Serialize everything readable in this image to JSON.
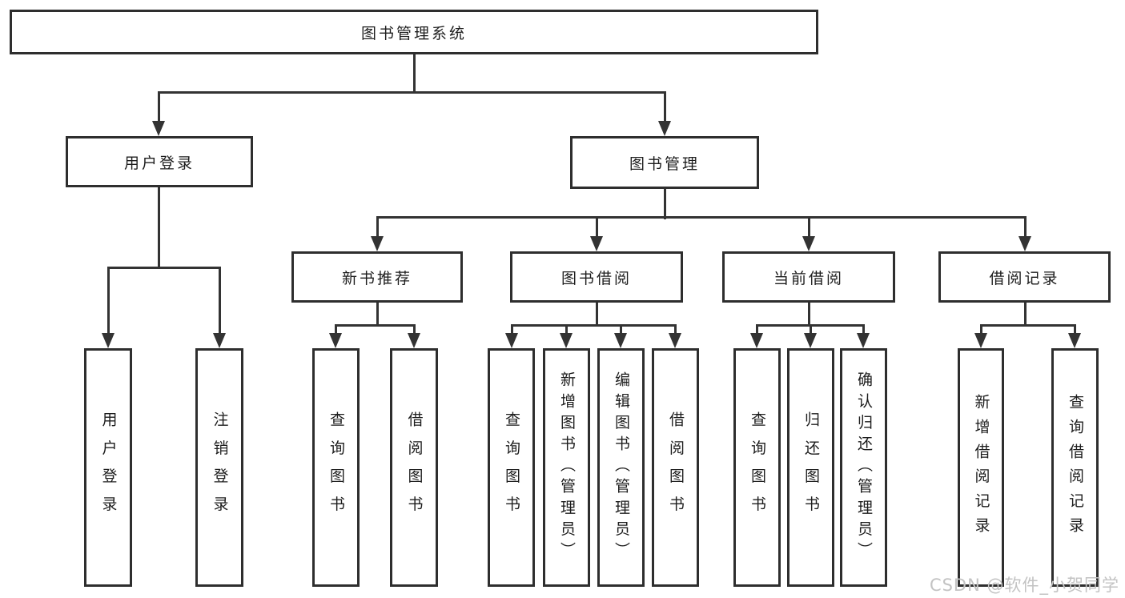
{
  "diagram_title": "图书管理系统",
  "watermark": "CSDN @软件_小贺同学",
  "colors": {
    "line": "#333333",
    "box_border": "#2e2e2e",
    "box_fill": "#ffffff",
    "text": "#1d1d1d",
    "watermark": "#c3c3c3",
    "background": "#ffffff"
  },
  "tree": {
    "label": "图书管理系统",
    "children": [
      {
        "label": "用户登录",
        "children": [
          {
            "label": "用户登录"
          },
          {
            "label": "注销登录"
          }
        ]
      },
      {
        "label": "图书管理",
        "children": [
          {
            "label": "新书推荐",
            "children": [
              {
                "label": "查询图书"
              },
              {
                "label": "借阅图书"
              }
            ]
          },
          {
            "label": "图书借阅",
            "children": [
              {
                "label": "查询图书"
              },
              {
                "label": "新增图书（管理员）"
              },
              {
                "label": "编辑图书（管理员）"
              },
              {
                "label": "借阅图书"
              }
            ]
          },
          {
            "label": "当前借阅",
            "children": [
              {
                "label": "查询图书"
              },
              {
                "label": "归还图书"
              },
              {
                "label": "确认归还（管理员）"
              }
            ]
          },
          {
            "label": "借阅记录",
            "children": [
              {
                "label": "新增借阅记录"
              },
              {
                "label": "查询借阅记录"
              }
            ]
          }
        ]
      }
    ]
  }
}
